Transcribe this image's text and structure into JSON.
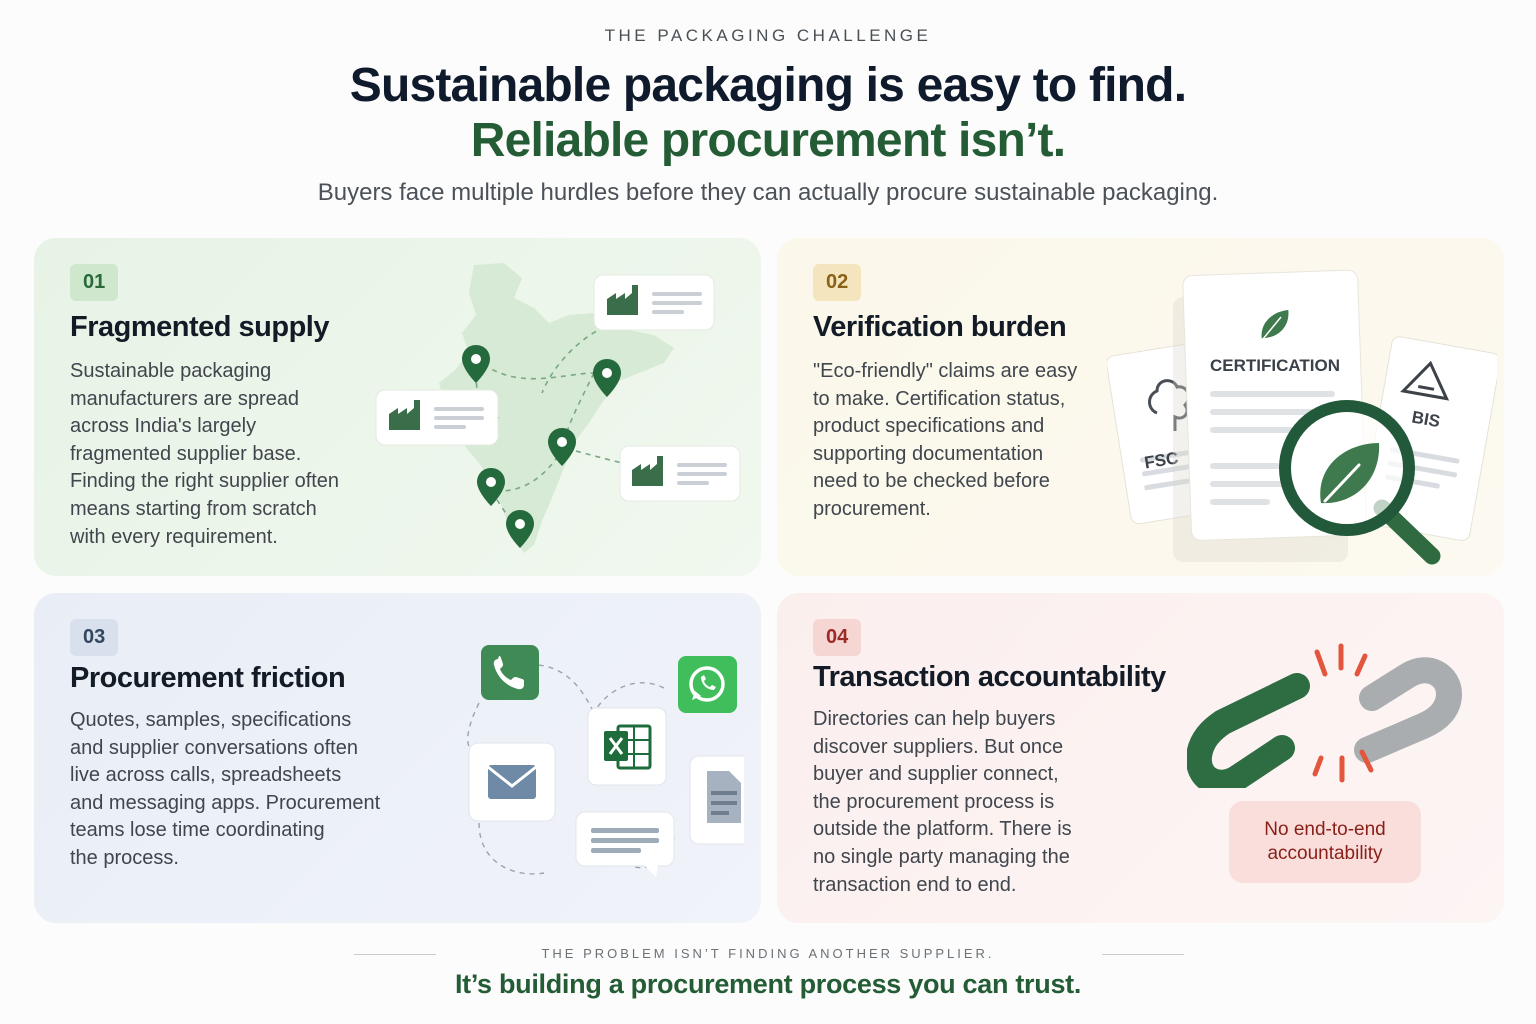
{
  "header": {
    "eyebrow": "THE PACKAGING CHALLENGE",
    "headline_1": "Sustainable packaging is easy to find.",
    "headline_2": "Reliable procurement isn’t.",
    "subheading": "Buyers face multiple hurdles before they can actually procure sustainable packaging."
  },
  "cards": [
    {
      "number": "01",
      "title": "Fragmented supply",
      "body": "Sustainable packaging\nmanufacturers are spread\nacross India's largely\nfragmented supplier base.\nFinding the right supplier often\nmeans starting from scratch\nwith every requirement.",
      "icons": [
        "india-map",
        "location-pin-icon",
        "factory-icon"
      ],
      "accent": "#2a6a3a"
    },
    {
      "number": "02",
      "title": "Verification burden",
      "body": "\"Eco-friendly\" claims are easy\nto make. Certification status,\nproduct specifications and\nsupporting documentation\nneed to be checked before\nprocurement.",
      "certificates": {
        "left": "FSC",
        "center": "CERTIFICATION",
        "right": "BIS"
      },
      "icons": [
        "document-icon",
        "leaf-icon",
        "magnifier-icon"
      ],
      "accent": "#8a6217"
    },
    {
      "number": "03",
      "title": "Procurement friction",
      "body": "Quotes, samples, specifications\nand supplier conversations often\nlive across calls, spreadsheets\nand messaging apps. Procurement\nteams lose time coordinating\nthe process.",
      "icons": [
        "phone-icon",
        "whatsapp-icon",
        "spreadsheet-icon",
        "mail-icon",
        "document-icon",
        "chat-icon"
      ],
      "accent": "#34465d"
    },
    {
      "number": "04",
      "title": "Transaction accountability",
      "body": "Directories can help buyers\ndiscover suppliers. But once\nbuyer and supplier connect,\nthe procurement process is\noutside the platform. There is\nno single party managing the\ntransaction end to end.",
      "badge": "No end-to-end\naccountability",
      "icons": [
        "broken-chain-icon"
      ],
      "accent": "#9a2c25"
    }
  ],
  "footer": {
    "kicker": "THE PROBLEM ISN’T FINDING ANOTHER SUPPLIER.",
    "closing": "It’s building a procurement process you can trust."
  },
  "colors": {
    "brand_green": "#245c36",
    "navy": "#0f1b2c",
    "warning_red": "#e3553d"
  }
}
